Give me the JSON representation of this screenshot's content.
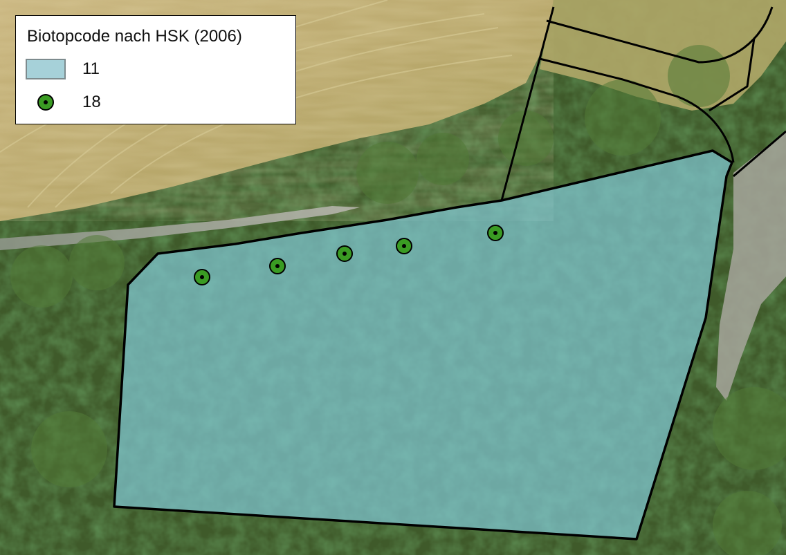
{
  "legend": {
    "title": "Biotopcode nach HSK (2006)",
    "items": [
      {
        "label": "11",
        "symbol": "polygon-fill",
        "fill": "#a6d1d9",
        "stroke": "#7d8b8e"
      },
      {
        "label": "18",
        "symbol": "point-marker-icon",
        "fill": "#3a9b23",
        "stroke": "#000000"
      }
    ]
  },
  "map": {
    "biotope_polygon_fill": "#7fc6d3",
    "boundary_color": "#000000",
    "point_marker_fill": "#3a9b23",
    "point_count": 5
  }
}
